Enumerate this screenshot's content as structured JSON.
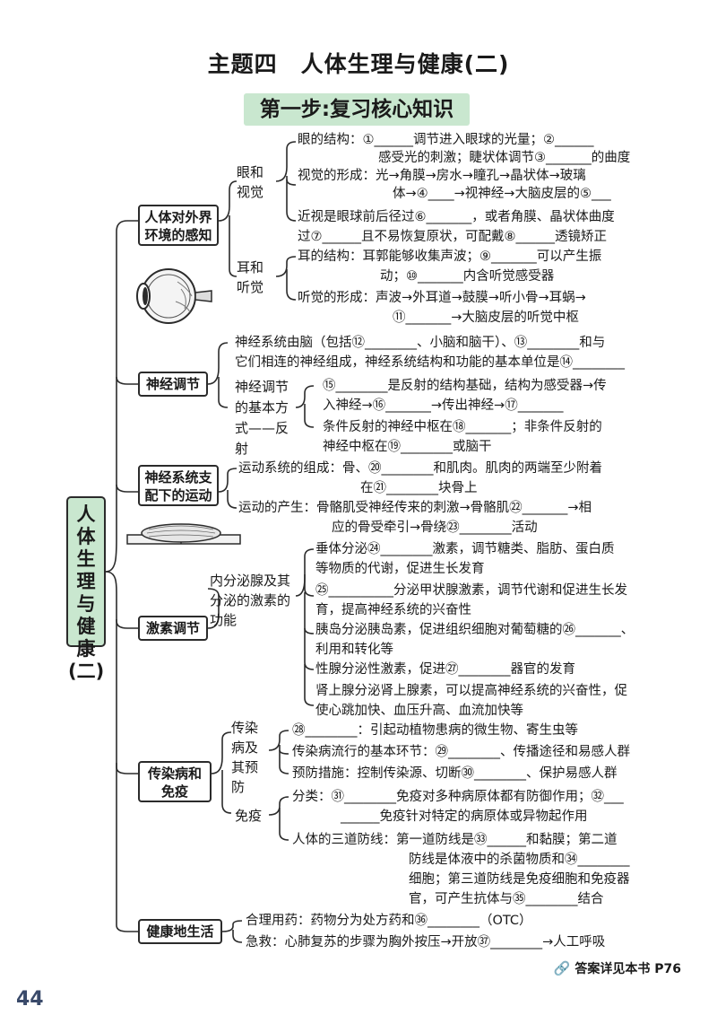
{
  "title": "主题四　人体生理与健康(二)",
  "banner": "第一步:复习核心知识",
  "root": [
    "人",
    "体",
    "生",
    "理",
    "与",
    "健",
    "康",
    "(二)"
  ],
  "categories": {
    "perception": "人体对外界环境的感知",
    "nervous": "神经调节",
    "motion": "神经系统支配下的运动",
    "hormone": "激素调节",
    "disease": "传染病和免疫",
    "healthy": "健康地生活"
  },
  "sub": {
    "eye": "眼和视觉",
    "ear": "耳和听觉",
    "reflex": "神经调节的基本方式——反射",
    "endocrine": "内分泌腺及其分泌的激素的功能",
    "epidemic": "传染病及其预防",
    "immune": "免疫"
  },
  "lines": {
    "eye1": "眼的结构：①______调节进入眼球的光量；②______",
    "eye2": "感受光的刺激；睫状体调节③_______的曲度",
    "eye3": "视觉的形成：光→角膜→房水→瞳孔→晶状体→玻璃",
    "eye4": "体→④____→视神经→大脑皮层的⑤___",
    "eye5": "近视是眼球前后径过⑥_______，或者角膜、晶状体曲度",
    "eye6": "过⑦______且不易恢复原状，可配戴⑧______透镜矫正",
    "ear1": "耳的结构：耳郭能够收集声波；⑨_______可以产生振",
    "ear2": "动；⑩_______内含听觉感受器",
    "ear3": "听觉的形成：声波→外耳道→鼓膜→听小骨→耳蜗→",
    "ear4": "⑪_______→大脑皮层的听觉中枢",
    "nerve1": "神经系统由脑（包括⑫________、小脑和脑干）、⑬________和与",
    "nerve2": "它们相连的神经组成，神经系统结构和功能的基本单位是⑭________",
    "reflex1": "⑮________是反射的结构基础，结构为感受器→传",
    "reflex2": "入神经→⑯_______→传出神经→⑰_______",
    "reflex3": "条件反射的神经中枢在⑱_______；非条件反射的",
    "reflex4": "神经中枢在⑲________或脑干",
    "motion1": "运动系统的组成：骨、⑳________和肌肉。肌肉的两端至少附着",
    "motion2": "在㉑________块骨上",
    "motion3": "运动的产生：骨骼肌受神经传来的刺激→骨骼肌㉒_______→相",
    "motion4": "应的骨受牵引→骨绕㉓________活动",
    "hormone1": "垂体分泌㉔________激素，调节糖类、脂肪、蛋白质",
    "hormone2": "等物质的代谢，促进生长发育",
    "hormone3": "㉕__________分泌甲状腺激素，调节代谢和促进生长发",
    "hormone4": "育，提高神经系统的兴奋性",
    "hormone5": "胰岛分泌胰岛素，促进组织细胞对葡萄糖的㉖_______、",
    "hormone6": "利用和转化等",
    "hormone7": "性腺分泌性激素，促进㉗________器官的发育",
    "hormone8": "肾上腺分泌肾上腺素，可以提高神经系统的兴奋性，促",
    "hormone9": "使心跳加快、血压升高、血流加快等",
    "epi1": "㉘________：引起动植物患病的微生物、寄生虫等",
    "epi2": "传染病流行的基本环节：㉙________、传播途径和易感人群",
    "epi3": "预防措施：控制传染源、切断㉚________、保护易感人群",
    "imm1": "分类：㉛________免疫对多种病原体都有防御作用；㉜___",
    "imm2": "______免疫针对特定的病原体或异物起作用",
    "imm3": "人体的三道防线：第一道防线是㉝______和黏膜；第二道",
    "imm4": "防线是体液中的杀菌物质和㉞________",
    "imm5": "细胞；第三道防线是免疫细胞和免疫器",
    "imm6": "官，可产生抗体与㉟________结合",
    "health1": "合理用药：药物分为处方药和㊱________（OTC）",
    "health2": "急救：心肺复苏的步骤为胸外按压→开放㊲________→人工呼吸"
  },
  "answer_note": "答案详见本书 P76",
  "page_number": "44",
  "colors": {
    "accent_green": "#c9e7cf"
  },
  "icons": {
    "eye": "eyeball-diagram",
    "muscle": "muscle-bone-diagram",
    "link": "link-icon"
  }
}
